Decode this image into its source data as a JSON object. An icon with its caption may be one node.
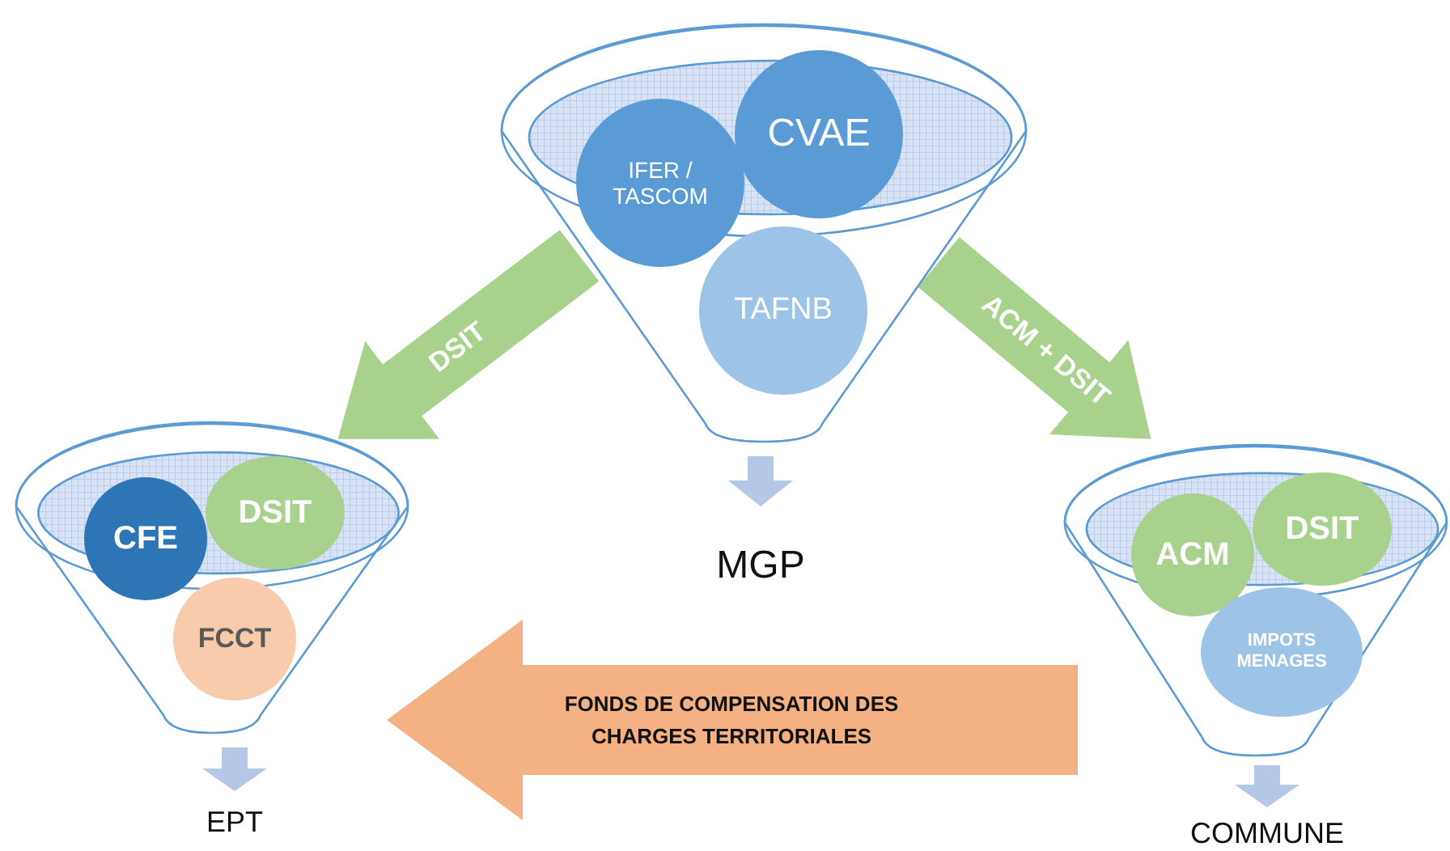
{
  "diagram": {
    "nodes": [
      {
        "text": [],
        "shape": "funnel"
      },
      {
        "text": [
          "IFER / TASCOM"
        ],
        "in": 0
      },
      {
        "text": [
          "CVAE"
        ],
        "in": 0
      },
      {
        "text": [
          "TAFNB"
        ],
        "in": 0
      },
      {
        "text": [
          "MGP"
        ]
      },
      {
        "text": [],
        "shape": "funnel"
      },
      {
        "text": [
          "CFE"
        ],
        "in": 5
      },
      {
        "text": [
          "DSIT"
        ],
        "in": 5
      },
      {
        "text": [
          "FCCT"
        ],
        "in": 5
      },
      {
        "text": [
          "EPT"
        ]
      },
      {
        "text": [],
        "shape": "funnel"
      },
      {
        "text": [
          "ACM"
        ],
        "in": 10
      },
      {
        "text": [
          "DSIT"
        ],
        "in": 10
      },
      {
        "text": [
          "IMPOTS MENAGES"
        ],
        "in": 10
      },
      {
        "text": [
          "COMMUNE"
        ]
      }
    ],
    "edges": [
      {
        "from": 0,
        "to": 4,
        "arrow": "to"
      },
      {
        "from": 0,
        "to": 5,
        "arrow": "to",
        "label": "DSIT",
        "style": "thick",
        "color": "#a9d18e"
      },
      {
        "from": 0,
        "to": 10,
        "arrow": "to",
        "label": "ACM + DSIT",
        "style": "thick",
        "color": "#a9d18e"
      },
      {
        "from": 10,
        "to": 5,
        "arrow": "to",
        "label": "FONDS DE COMPENSATION DES CHARGES TERRITORIALES",
        "style": "thick",
        "color": "#f4b183"
      },
      {
        "from": 5,
        "to": 9,
        "arrow": "to"
      },
      {
        "from": 10,
        "to": 14,
        "arrow": "to"
      }
    ]
  }
}
